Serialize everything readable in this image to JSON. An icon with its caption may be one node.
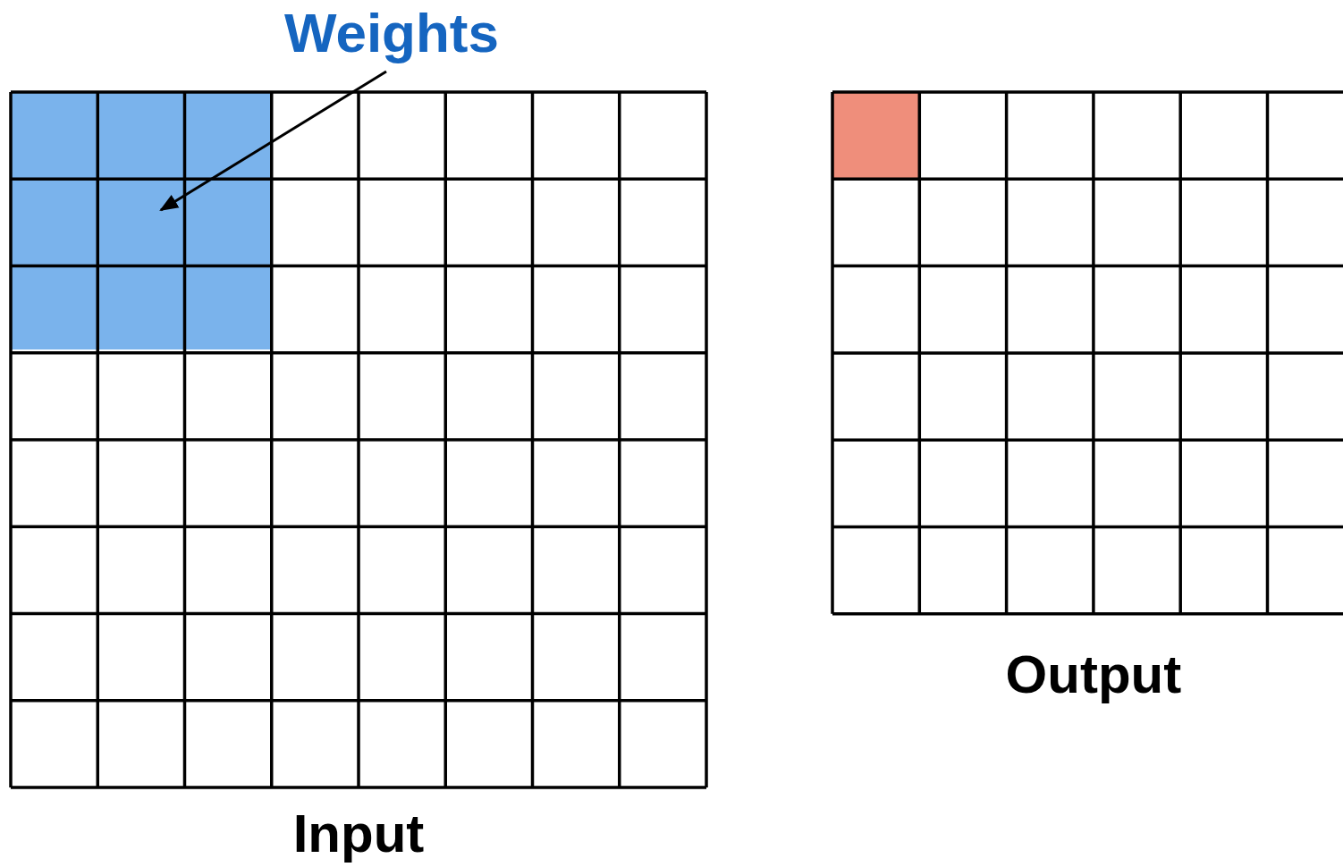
{
  "diagram": {
    "nodes": [
      {
        "text": [
          "Weights"
        ]
      },
      {
        "text": [
          "Input"
        ]
      },
      {
        "text": [],
        "shape": "box",
        "in": 1
      },
      {
        "text": [
          "Output"
        ]
      }
    ],
    "edges": [
      {
        "from": 0,
        "to": 2,
        "arrow": "to"
      }
    ]
  }
}
